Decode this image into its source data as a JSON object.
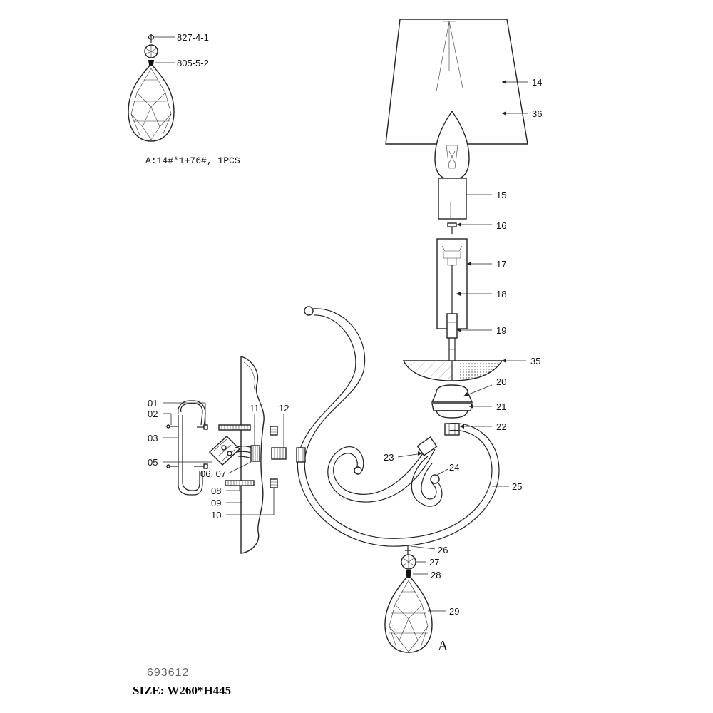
{
  "drawing": {
    "detail_note": "A:14#*1+76#, 1PCS",
    "detail_letter": "A",
    "model_code": "693612",
    "size_text": "SIZE: W260*H445"
  },
  "callouts": {
    "c827": "827-4-1",
    "c805": "805-5-2",
    "c14": "14",
    "c36": "36",
    "c15": "15",
    "c16": "16",
    "c17": "17",
    "c18": "18",
    "c19": "19",
    "c35": "35",
    "c20": "20",
    "c21": "21",
    "c22": "22",
    "c23": "23",
    "c24": "24",
    "c25": "25",
    "c26": "26",
    "c27": "27",
    "c28": "28",
    "c29": "29",
    "c01": "01",
    "c02": "02",
    "c03": "03",
    "c05": "05",
    "c0607": "06, 07",
    "c08": "08",
    "c09": "09",
    "c10": "10",
    "c11": "11",
    "c12": "12"
  }
}
